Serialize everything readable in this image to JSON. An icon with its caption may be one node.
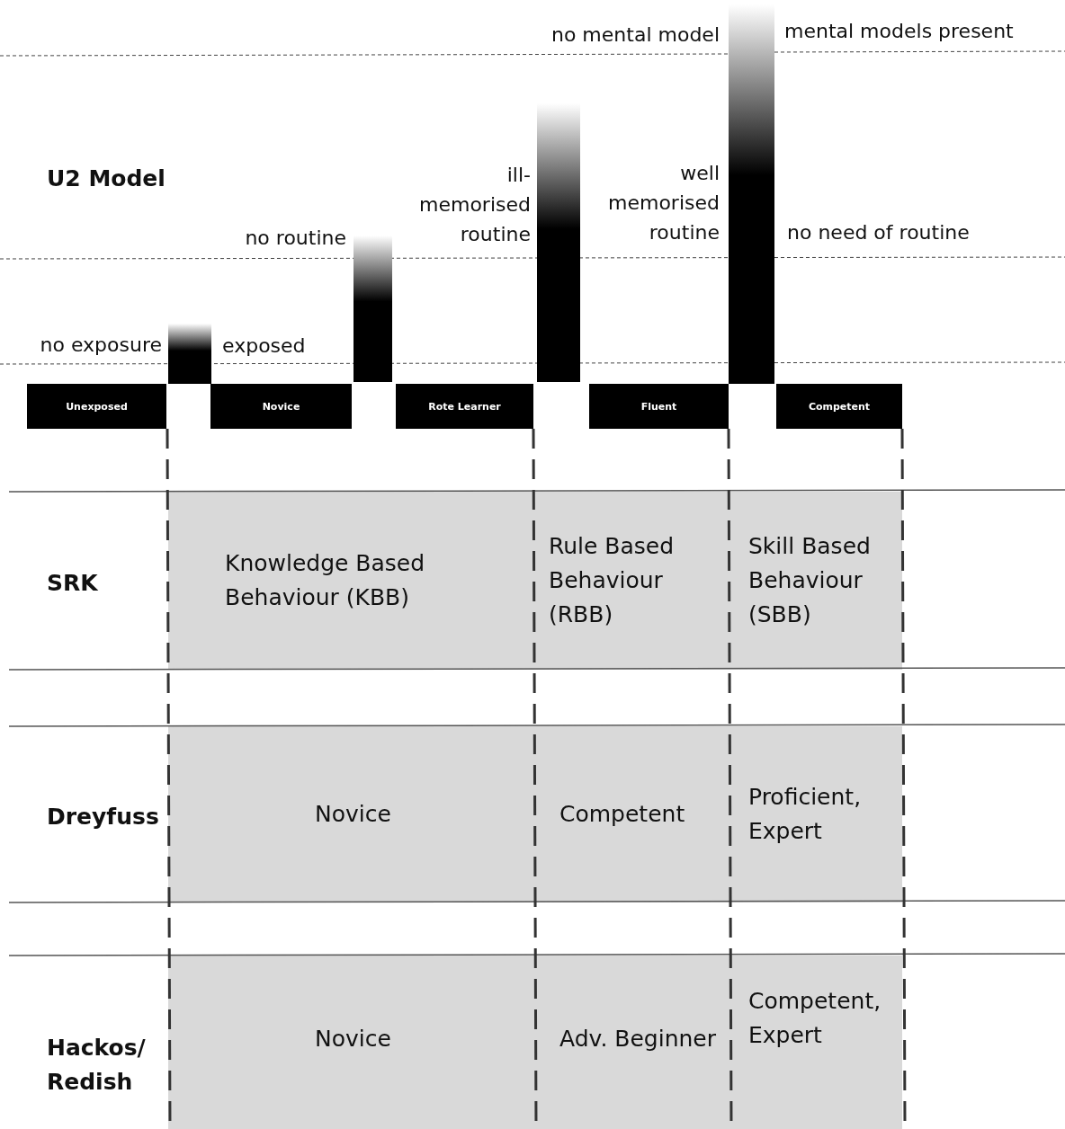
{
  "diagram": {
    "nodes": [
      {
        "text": [
          "Unexposed"
        ]
      },
      {
        "text": [
          "Novice"
        ]
      },
      {
        "text": [
          "Rote Learner"
        ]
      },
      {
        "text": [
          "Fluent"
        ]
      },
      {
        "text": [
          "Competent"
        ]
      },
      {
        "text": [
          "Knowledge Based Behaviour (KBB)"
        ]
      },
      {
        "text": [
          "Rule Based Behaviour (RBB)"
        ]
      },
      {
        "text": [
          "Skill Based Behaviour (SBB)"
        ]
      },
      {
        "text": [
          "Novice"
        ]
      },
      {
        "text": [
          "Competent"
        ]
      },
      {
        "text": [
          "Proficient, Expert"
        ]
      },
      {
        "text": [
          "Novice"
        ]
      },
      {
        "text": [
          "Adv. Beginner"
        ]
      },
      {
        "text": [
          "Competent, Expert"
        ]
      },
      {
        "text": [],
        "shape": "bar"
      },
      {
        "text": [],
        "shape": "bar"
      },
      {
        "text": [],
        "shape": "bar"
      },
      {
        "text": [],
        "shape": "bar"
      }
    ],
    "edges": [],
    "labels": [
      "no mental model",
      "mental models present",
      "U2 Model",
      "no routine",
      "ill-memorised routine",
      "well memorised routine",
      "no need of routine",
      "no exposure",
      "exposed",
      "SRK",
      "Dreyfuss",
      "Hackos/ Redish"
    ]
  }
}
